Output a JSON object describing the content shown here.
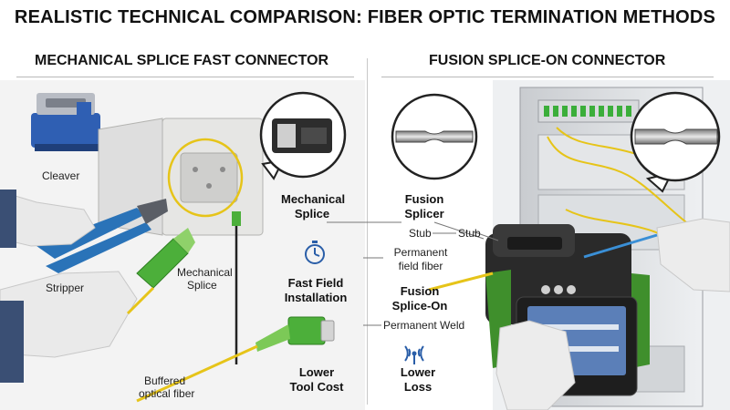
{
  "title": "REALISTIC TECHNICAL COMPARISON: FIBER OPTIC TERMINATION METHODS",
  "left": {
    "heading": "MECHANICAL SPLICE FAST CONNECTOR",
    "labels": {
      "cleaver": "Cleaver",
      "stripper": "Stripper",
      "mechanical_splice_1": "Mechanical",
      "mechanical_splice_2": "Splice",
      "buffered_1": "Buffered",
      "buffered_2": "optical fiber"
    }
  },
  "right": {
    "heading": "FUSION SPLICE-ON CONNECTOR",
    "labels": {
      "stub_left": "Stub",
      "stub_right": "Stub",
      "permanent_field_1": "Permanent",
      "permanent_field_2": "field fiber",
      "permanent_weld": "Permanent Weld"
    }
  },
  "comparison": {
    "mech_splice_1": "Mechanical",
    "mech_splice_2": "Splice",
    "fusion_splicer_1": "Fusion",
    "fusion_splicer_2": "Splicer",
    "fast_field_1": "Fast Field",
    "fast_field_2": "Installation",
    "fusion_spliceon_1": "Fusion",
    "fusion_spliceon_2": "Splice-On",
    "lower_tool_1": "Lower",
    "lower_tool_2": "Tool Cost",
    "lower_loss_1": "Lower",
    "lower_loss_2": "Loss"
  },
  "icons": {
    "stopwatch": "stopwatch-icon",
    "signal": "signal-icon"
  },
  "colors": {
    "connector_green": "#4caf3a",
    "fiber_yellow": "#e6c419",
    "cleaver_blue": "#2f5fb3",
    "splicer_green": "#3f8f2c",
    "icon_blue": "#2a5ea8"
  }
}
